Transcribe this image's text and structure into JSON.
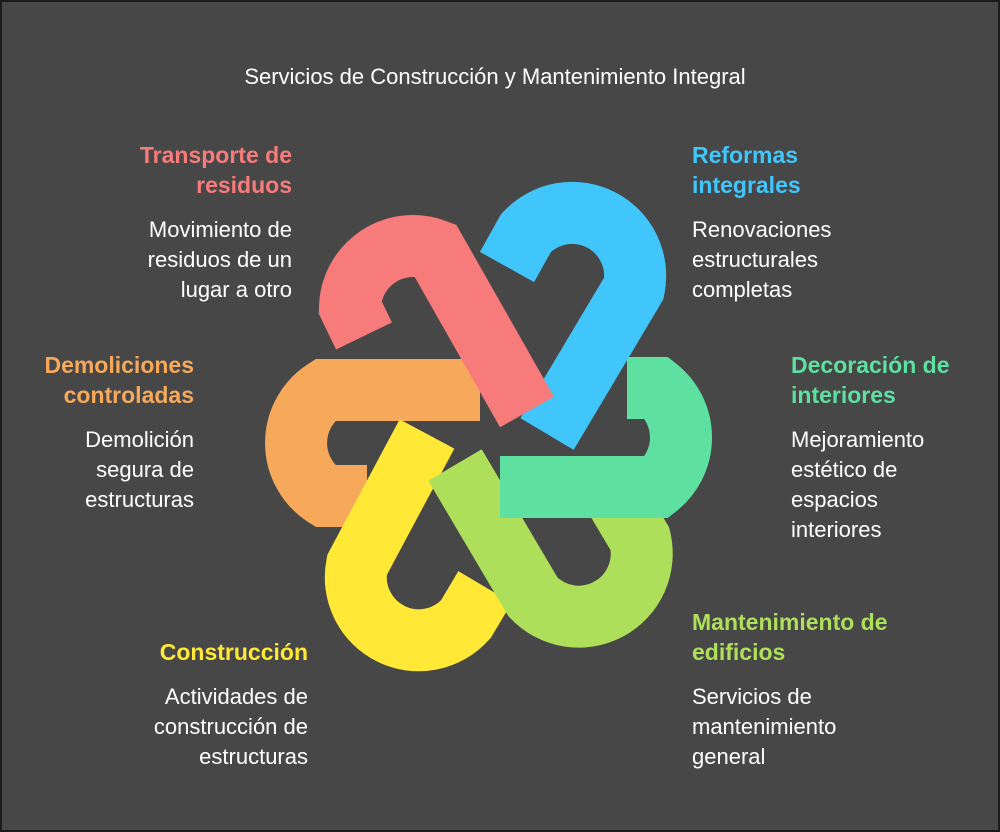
{
  "title": "Servicios de Construcción y Mantenimiento Integral",
  "items": [
    {
      "heading": "Transporte de\nresiduos",
      "desc": "Movimiento de\nresiduos de un\nlugar a otro",
      "color": "#f87b7b"
    },
    {
      "heading": "Reformas\nintegrales",
      "desc": "Renovaciones\nestructurales\ncompletas",
      "color": "#41c6fb"
    },
    {
      "heading": "Decoración de\ninteriores",
      "desc": "Mejoramiento\nestético de\nespacios\ninteriores",
      "color": "#5de0a0"
    },
    {
      "heading": "Mantenimiento de\nedificios",
      "desc": "Servicios de\nmantenimiento\ngeneral",
      "color": "#aedf5a"
    },
    {
      "heading": "Construcción",
      "desc": "Actividades de\nconstrucción de\nestructuras",
      "color": "#ffe936"
    },
    {
      "heading": "Demoliciones\ncontroladas",
      "desc": "Demolición\nsegura de\nestructuras",
      "color": "#f6a95b"
    }
  ]
}
